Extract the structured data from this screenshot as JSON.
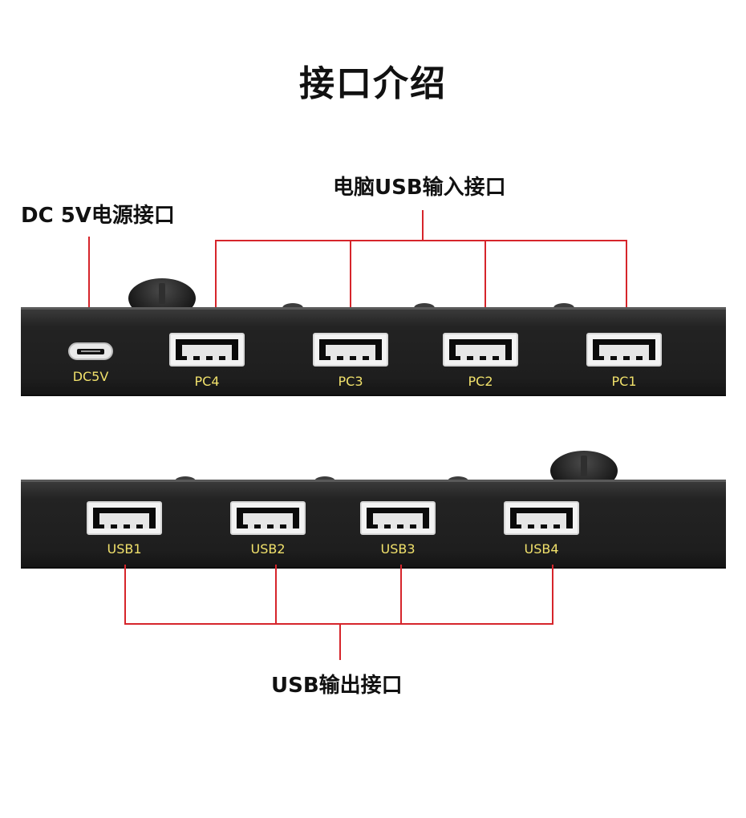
{
  "page": {
    "title": "接口介绍"
  },
  "callouts": {
    "dc_power": "DC 5V电源接口",
    "pc_inputs": "电脑USB输入接口",
    "usb_outputs": "USB输出接口"
  },
  "top_panel": {
    "dc_label": "DC5V",
    "ports": [
      "PC4",
      "PC3",
      "PC2",
      "PC1"
    ]
  },
  "bottom_panel": {
    "ports": [
      "USB1",
      "USB2",
      "USB3",
      "USB4"
    ]
  },
  "colors": {
    "callout_line": "#d6252b",
    "port_label": "#f1e16b",
    "panel": "#1e1e1e"
  }
}
